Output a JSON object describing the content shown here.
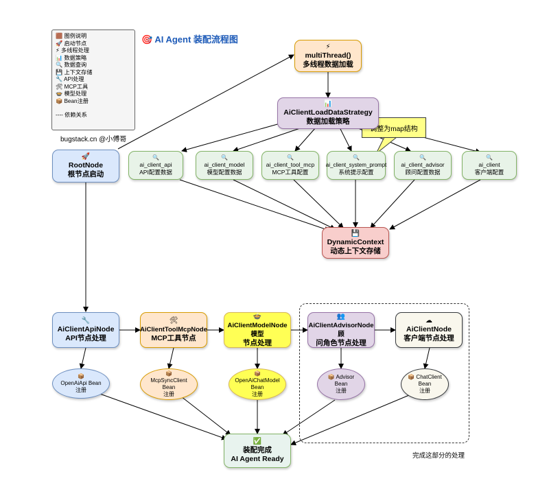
{
  "title": "🎯 AI Agent 装配流程图",
  "credit": "bugstack.cn @小傅哥",
  "legend": [
    "🟫 图例说明",
    "🚀 启动节点",
    "⚡ 多线程处理",
    "📊 数据策略",
    "🔍 数据查询",
    "💾 上下文存储",
    "🔧 API处理",
    "🛠 MCP工具",
    "🍲 模型处理",
    "📦 Bean注册",
    "",
    "---- 依赖关系"
  ],
  "callout": "调整为map结构",
  "dashed_label": "完成这部分的处理",
  "nodes": {
    "multithread": {
      "icon": "⚡",
      "t1": "multiThread()",
      "t2": "多线程数据加载"
    },
    "strategy": {
      "icon": "📊",
      "t1": "AiClientLoadDataStrategy",
      "t2": "数据加载策略"
    },
    "root": {
      "icon": "🚀",
      "t1": "RootNode",
      "t2": "根节点启动"
    },
    "q_api": {
      "icon": "🔍",
      "t1": "ai_client_api",
      "t2": "API配置数据"
    },
    "q_model": {
      "icon": "🔍",
      "t1": "ai_client_model",
      "t2": "模型配置数据"
    },
    "q_mcp": {
      "icon": "🔍",
      "t1": "ai_client_tool_mcp",
      "t2": "MCP工具配置"
    },
    "q_prompt": {
      "icon": "🔍",
      "t1": "ai_client_system_prompt",
      "t2": "系统提示配置"
    },
    "q_advisor": {
      "icon": "🔍",
      "t1": "ai_client_advisor",
      "t2": "顾问配置数据"
    },
    "q_client": {
      "icon": "🔍",
      "t1": "ai_client",
      "t2": "客户端配置"
    },
    "context": {
      "icon": "💾",
      "t1": "DynamicContext",
      "t2": "动态上下文存储"
    },
    "api": {
      "icon": "🔧",
      "t1": "AiClientApiNode",
      "t2": "API节点处理"
    },
    "mcp": {
      "icon": "🛠",
      "t1": "AiClientToolMcpNode",
      "t2": "MCP工具节点"
    },
    "model": {
      "icon": "🍲",
      "t1": "AiClientModelNode模型",
      "t2": "节点处理"
    },
    "advisor": {
      "icon": "👥",
      "t1": "AiClientAdvisorNode顾",
      "t2": "问角色节点处理"
    },
    "client": {
      "icon": "☁",
      "t1": "AiClientNode",
      "t2": "客户端节点处理"
    },
    "done": {
      "icon": "✅",
      "t1": "装配完成",
      "t2": "AI Agent Ready"
    }
  },
  "beans": {
    "b_api": {
      "icon": "📦",
      "l1": "OpenAiApi Bean",
      "l2": "注册",
      "l3": ""
    },
    "b_mcp": {
      "icon": "📦",
      "l1": "McpSyncClient",
      "l2": "Bean",
      "l3": "注册"
    },
    "b_model": {
      "icon": "📦",
      "l1": "OpenAiChatModel",
      "l2": "Bean",
      "l3": "注册"
    },
    "b_advisor": {
      "icon": "📦",
      "l1": "Advisor",
      "l2": "Bean",
      "l3": "注册"
    },
    "b_client": {
      "icon": "📦",
      "l1": "ChatClient",
      "l2": "Bean",
      "l3": "注册"
    }
  },
  "colors": {
    "title": "#1e5bb8",
    "edge": "#000000"
  }
}
